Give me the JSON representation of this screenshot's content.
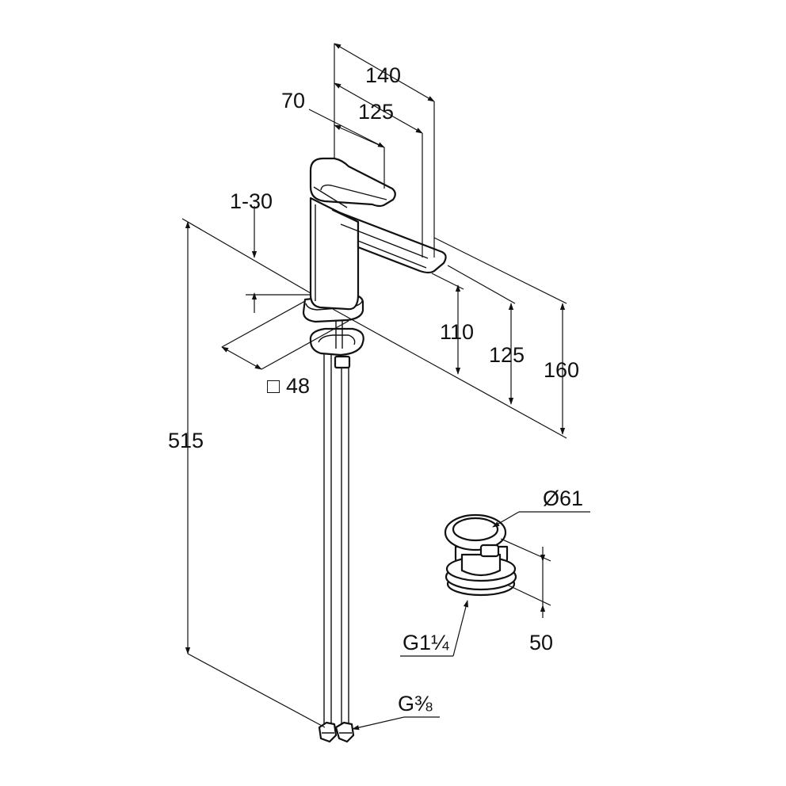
{
  "drawing": {
    "dimensions": {
      "spout_reach_total": "140",
      "spout_reach_outlet": "125",
      "lever_length": "70",
      "tilt_range": "1-30",
      "base_square": "48",
      "overall_height": "515",
      "outlet_height": "110",
      "spout_height": "125",
      "top_height": "160",
      "waste_diameter": "Ø61",
      "waste_height": "50",
      "waste_thread": "G1¼",
      "hose_thread": "G⅜"
    },
    "symbols": {
      "square": "□"
    }
  }
}
